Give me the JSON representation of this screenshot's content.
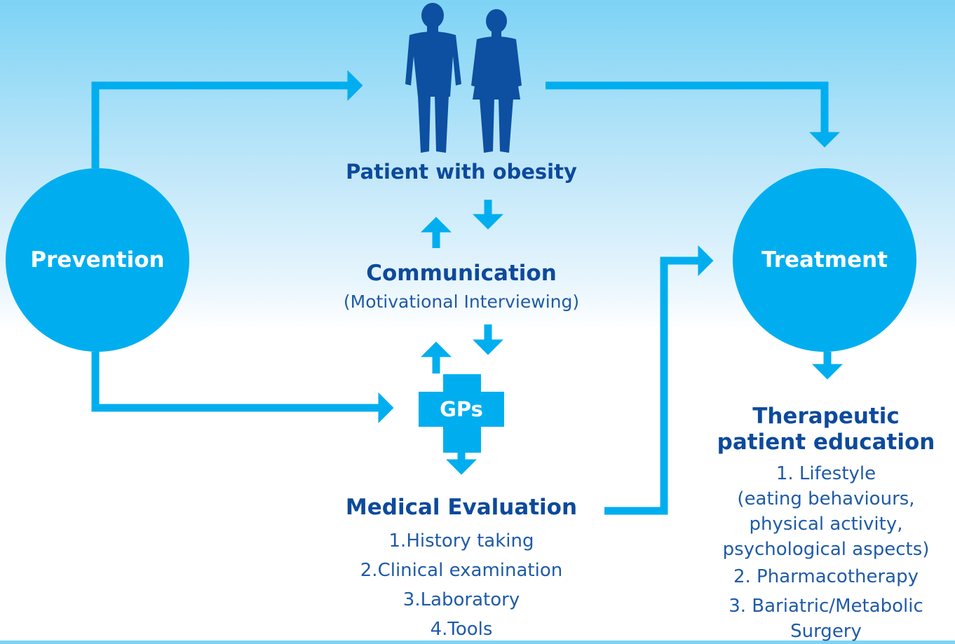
{
  "nodes": {
    "patient": "Patient with obesity",
    "prevention": "Prevention",
    "treatment": "Treatment",
    "gps": "GPs",
    "communication": {
      "title": "Communication",
      "subtitle": "(Motivational Interviewing)"
    }
  },
  "medical_evaluation": {
    "title": "Medical Evaluation",
    "items": [
      "1.History taking",
      "2.Clinical examination",
      "3.Laboratory",
      "4.Tools"
    ]
  },
  "therapeutic_education": {
    "title_line1": "Therapeutic",
    "title_line2": "patient education",
    "lines": [
      "1. Lifestyle",
      "(eating behaviours,",
      "physical activity,",
      "psychological aspects)",
      "2. Pharmacotherapy",
      "3. Bariatric/Metabolic",
      "Surgery"
    ]
  },
  "colors": {
    "accent": "#00aeef",
    "figure": "#0d4fa1",
    "text_dark": "#0d4a9c",
    "sky_top": "#7dd3f5"
  },
  "icons": [
    "male-silhouette-icon",
    "female-silhouette-icon",
    "medical-cross-icon"
  ]
}
